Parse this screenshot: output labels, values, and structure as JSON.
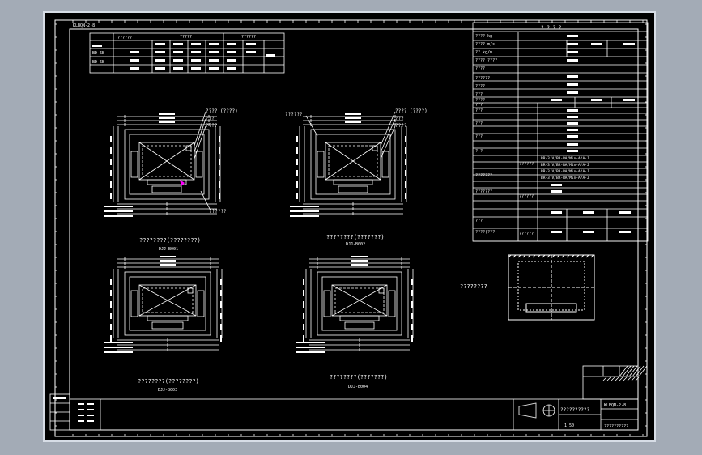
{
  "colors": {
    "background": "#a3abb6",
    "canvas": "#000000",
    "line": "#ffffff",
    "accent_text": "#ffff33",
    "marker": "#ff00ff",
    "hatch": "#ffffff"
  },
  "sheet": {
    "tag_top_left": "KLBQN-2-8"
  },
  "top_table": {
    "header_left": "??????",
    "header_mid": "?????",
    "header_right": "??????",
    "row1_label": "BD-6B",
    "row2_label": "BD-6B"
  },
  "spec_table": {
    "title": "? ? ? ?",
    "rows": [
      "???? kg",
      "???? m/s",
      "?? kg/m",
      "???? ????",
      "????",
      "??????",
      "????",
      "???",
      "????",
      "???",
      "???",
      "???",
      "???",
      "? ?",
      "???????",
      "???????",
      "???",
      "????(???)"
    ],
    "mid_rows": [
      "??????",
      "??????",
      "??????"
    ],
    "right_rows": [
      "BR-3 V/BR-BA/Min-A/A-J",
      "BR-3 V/BR-BA/Min-A/A-J",
      "BR-3 V/BR-BA/Min-A/A-J",
      "BR-3 V/BR-BA/Min-A/A-J"
    ]
  },
  "plans": {
    "a": {
      "title": "????????(????????)",
      "code": "DJJ-B001",
      "callouts": [
        "???? (????)",
        "???",
        "????"
      ],
      "note": "??????"
    },
    "b": {
      "title": "????????(???????)",
      "code": "DJJ-B002",
      "callouts": [
        "???? (????)",
        "???",
        "????"
      ],
      "left_note": "??????"
    },
    "c": {
      "title": "????????(????????)",
      "code": "DJJ-B003"
    },
    "d": {
      "title": "????????(???????)",
      "code": "DJJ-B004"
    }
  },
  "small_plan": {
    "label": "????????"
  },
  "title_block": {
    "drawing_name": "??????????",
    "tag": "KLBQN-2-8",
    "company": "??????????",
    "scale": "1:50"
  }
}
